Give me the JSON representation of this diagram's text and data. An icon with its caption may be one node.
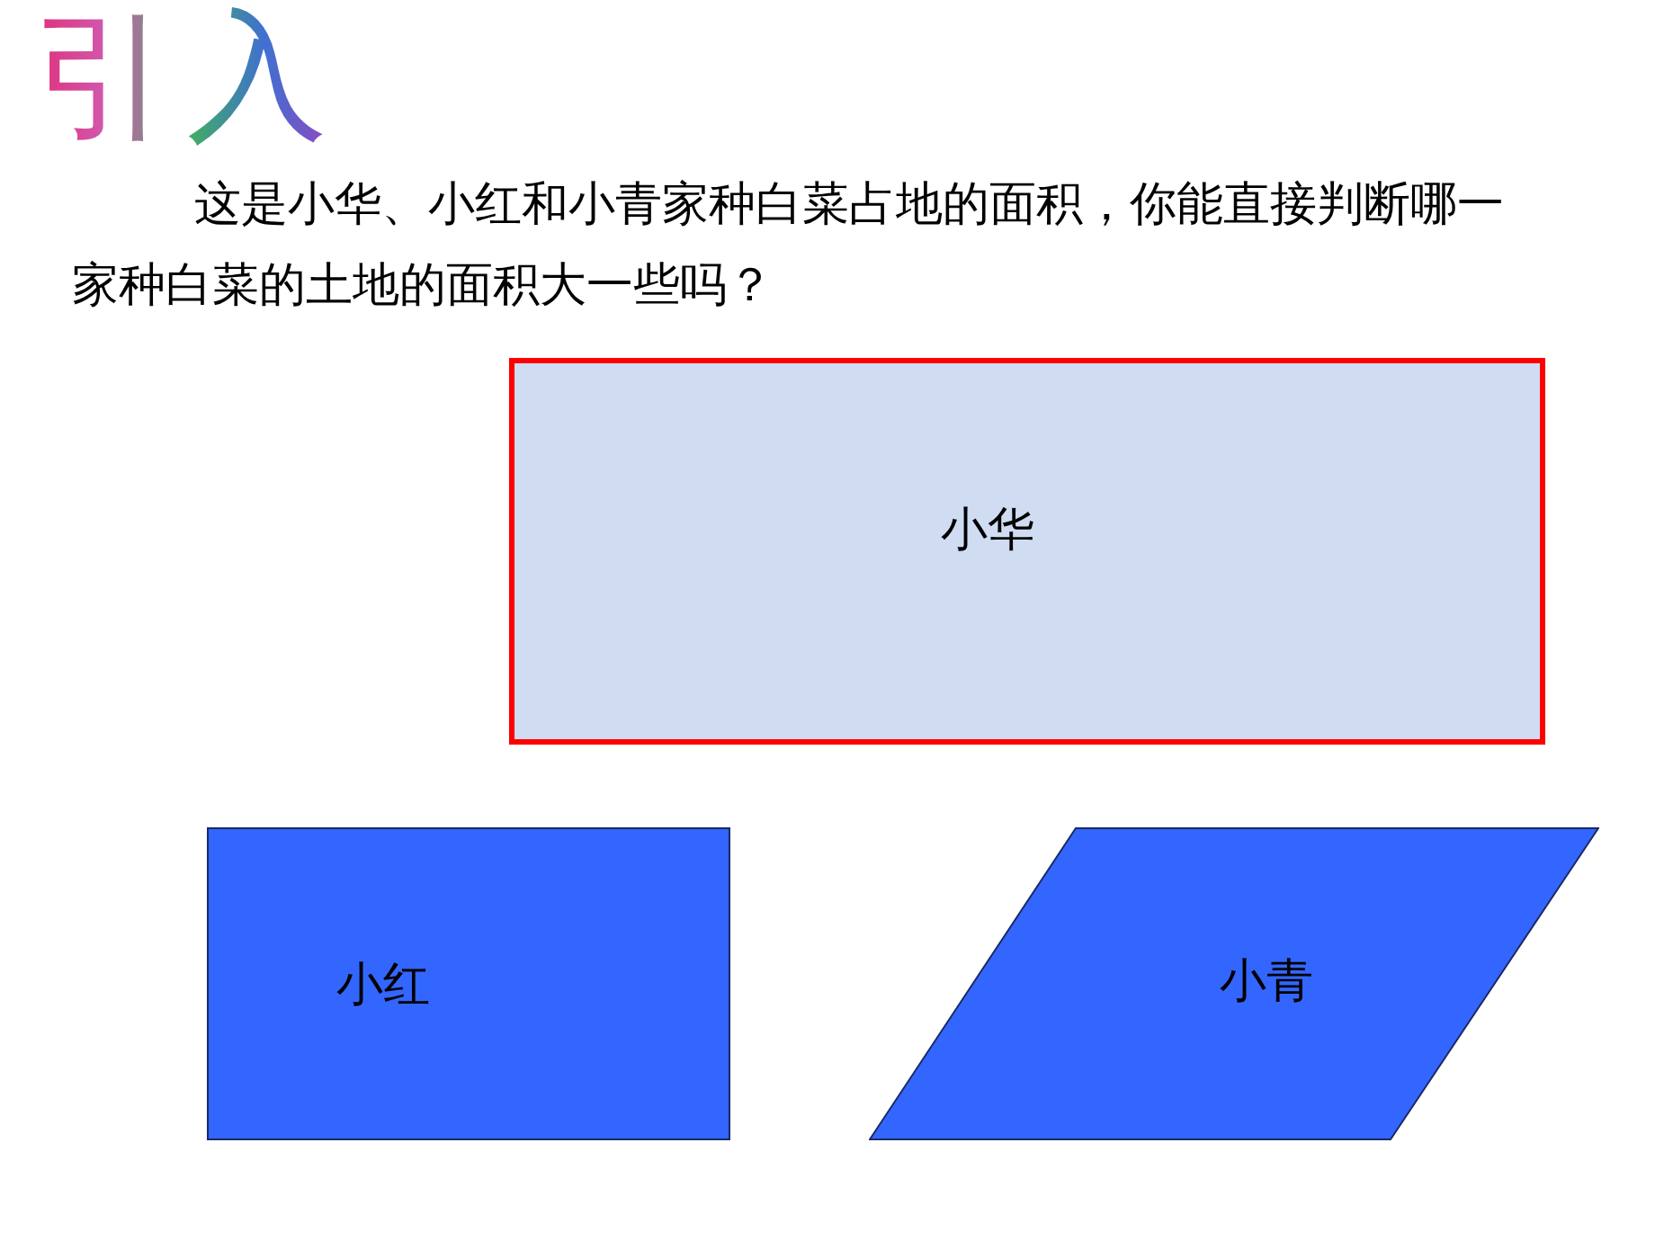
{
  "diagram": {
    "title": "引入",
    "nodes": [
      {
        "text": [
          "小华"
        ]
      },
      {
        "text": [
          "小红"
        ]
      },
      {
        "text": [
          "小青"
        ]
      }
    ],
    "labels": [
      "这是小华、小红和小青家种白菜占地的面积，你能直接判断哪一家种白菜的土地的面积大一些吗？"
    ]
  }
}
